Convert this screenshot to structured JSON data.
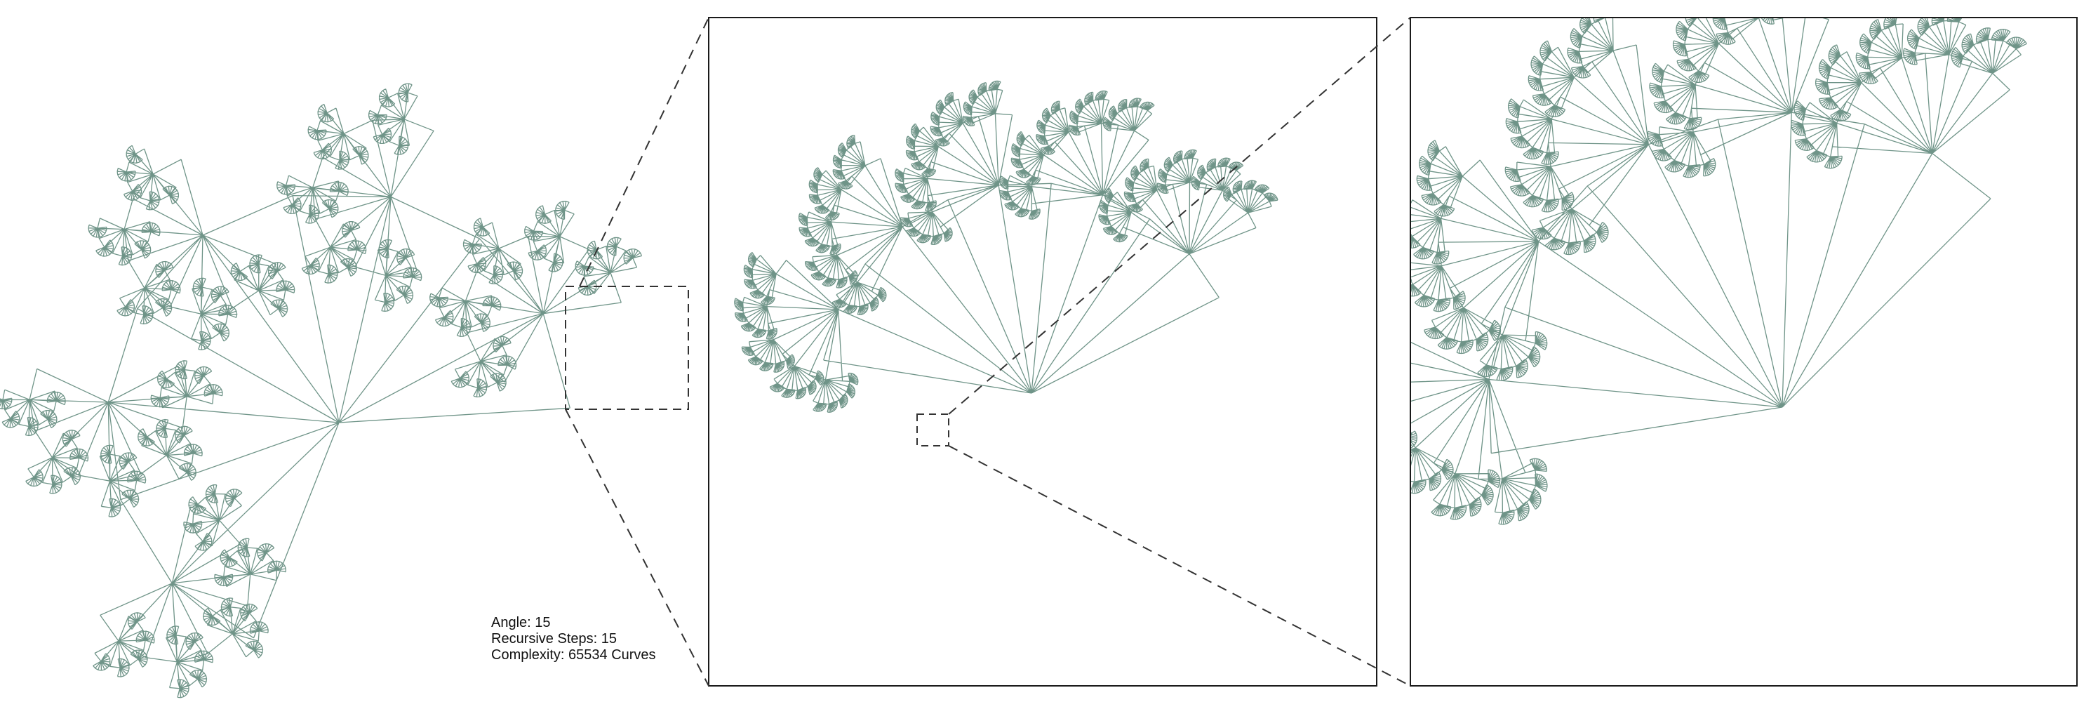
{
  "info": {
    "angle": "Angle: 15",
    "steps": "Recursive Steps: 15",
    "complexity": "Complexity: 65534 Curves"
  },
  "colors": {
    "line": "#6f9488",
    "node": "#5f7f75",
    "frame": "#1a1a1a",
    "dash": "#333333",
    "background": "#ffffff"
  }
}
